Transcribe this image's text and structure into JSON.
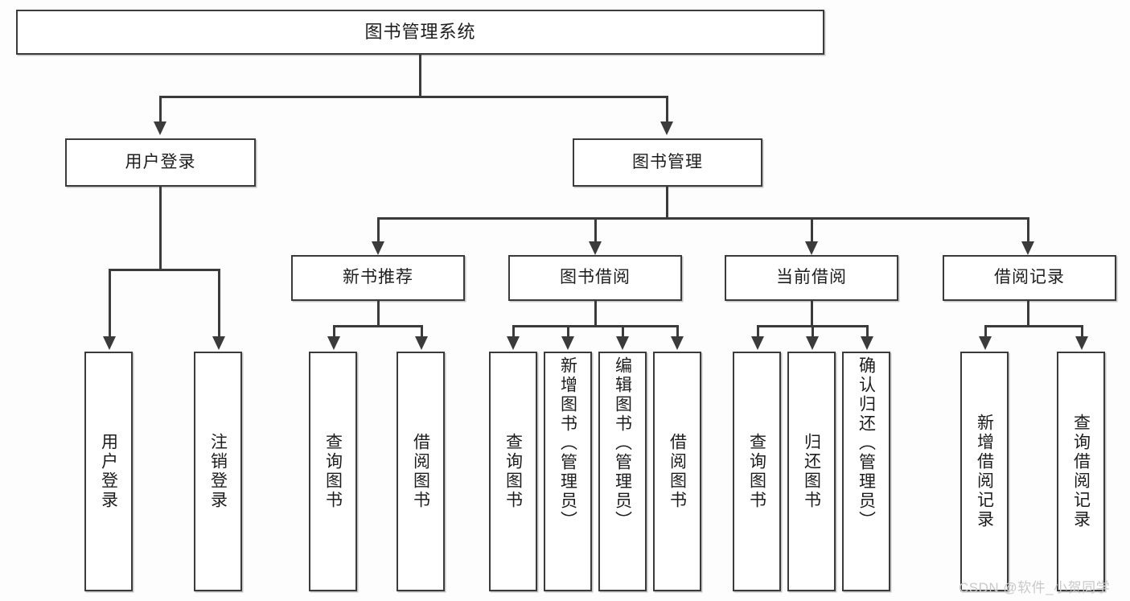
{
  "diagram": {
    "title": "图书管理系统",
    "type": "tree-hierarchy-diagram",
    "colors": {
      "stroke": "#3b3b3b",
      "box_fill": "#ffffff",
      "background": "#fdfdfd",
      "text": "#1d1d1f",
      "watermark": "#c9c9c9"
    },
    "root": {
      "label": "图书管理系统"
    },
    "tier2": [
      {
        "label": "用户登录"
      },
      {
        "label": "图书管理"
      }
    ],
    "tier3": [
      {
        "label": "新书推荐"
      },
      {
        "label": "图书借阅"
      },
      {
        "label": "当前借阅"
      },
      {
        "label": "借阅记录"
      }
    ],
    "leaves": {
      "user_login": [
        {
          "label": "用户登录"
        },
        {
          "label": "注销登录"
        }
      ],
      "new_book_recommend": [
        {
          "label": "查询图书"
        },
        {
          "label": "借阅图书"
        }
      ],
      "book_borrow": [
        {
          "label": "查询图书"
        },
        {
          "label": "新增图书（管理员）"
        },
        {
          "label": "编辑图书（管理员）"
        },
        {
          "label": "借阅图书"
        }
      ],
      "current_borrow": [
        {
          "label": "查询图书"
        },
        {
          "label": "归还图书"
        },
        {
          "label": "确认归还（管理员）"
        }
      ],
      "borrow_record": [
        {
          "label": "新增借阅记录"
        },
        {
          "label": "查询借阅记录"
        }
      ]
    }
  },
  "watermark": {
    "text": "CSDN @软件_小贺同学"
  }
}
